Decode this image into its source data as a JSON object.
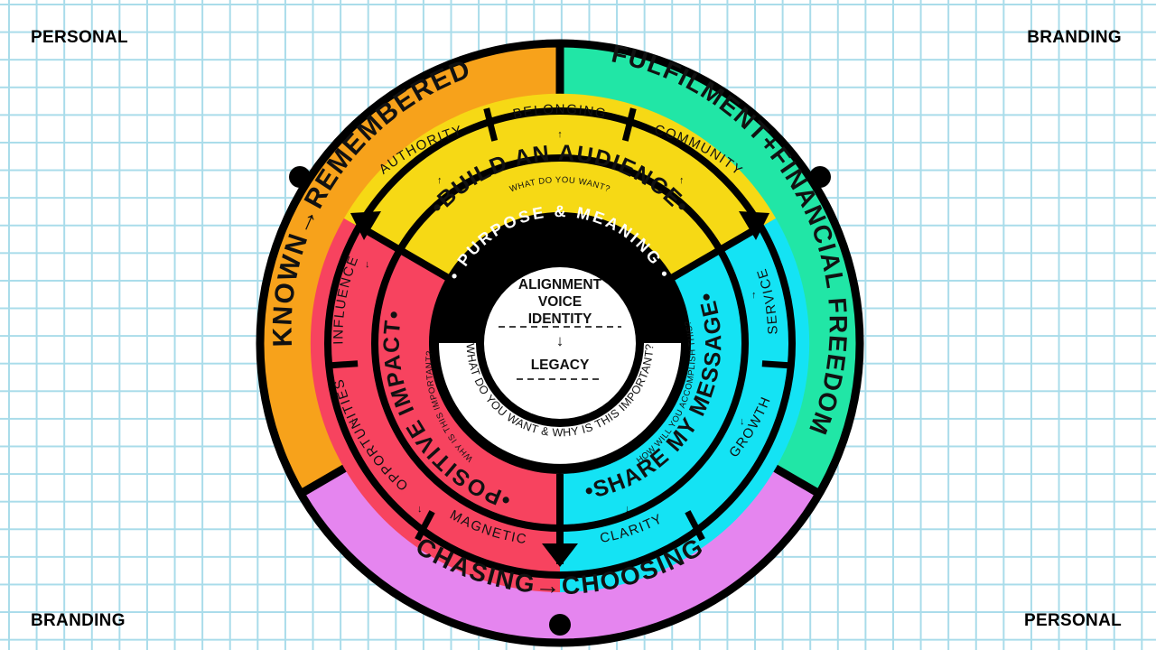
{
  "corners": {
    "top_left": "PERSONAL",
    "top_right": "BRANDING",
    "bottom_left": "BRANDING",
    "bottom_right": "PERSONAL"
  },
  "colors": {
    "orange": "#f7a21b",
    "green": "#21e6a6",
    "purple": "#e585ef",
    "yellow": "#f6d915",
    "red": "#f7435f",
    "cyan": "#14e3f4",
    "outline": "#000000"
  },
  "outer_ring": {
    "top_left": "KNOWN→REMEMBERED",
    "right": "FULFILMENT+FINANCIAL FREEDOM",
    "bottom": "CHASING→CHOOSING"
  },
  "middle_ring": {
    "top": "BELONGING",
    "top_left": "AUTHORITY",
    "top_right": "COMMUNITY",
    "left_upper": "INFLUENCE",
    "left_lower": "OPPORTUNITIES",
    "bottom_left": "MAGNETIC",
    "bottom_right": "CLARITY",
    "right_lower": "GROWTH",
    "right_upper": "SERVICE"
  },
  "inner_ring": {
    "top": "•BUILD AN AUDIENCE•",
    "top_question": "WHAT DO YOU WANT?",
    "left": "•POSITIVE IMPACT•",
    "left_question": "WHY IS THIS IMPORTANT?",
    "right": "•SHARE MY MESSAGE•",
    "right_question": "HOW WILL YOU ACCOMPLISH THIS?"
  },
  "core": {
    "ring_top": "• PURPOSE & MEANING •",
    "ring_bottom": "WHAT DO YOU WANT & WHY IS THIS IMPORTANT?",
    "line1": "ALIGNMENT",
    "line2": "VOICE",
    "line3": "IDENTITY",
    "arrow": "↓",
    "line4": "LEGACY"
  }
}
